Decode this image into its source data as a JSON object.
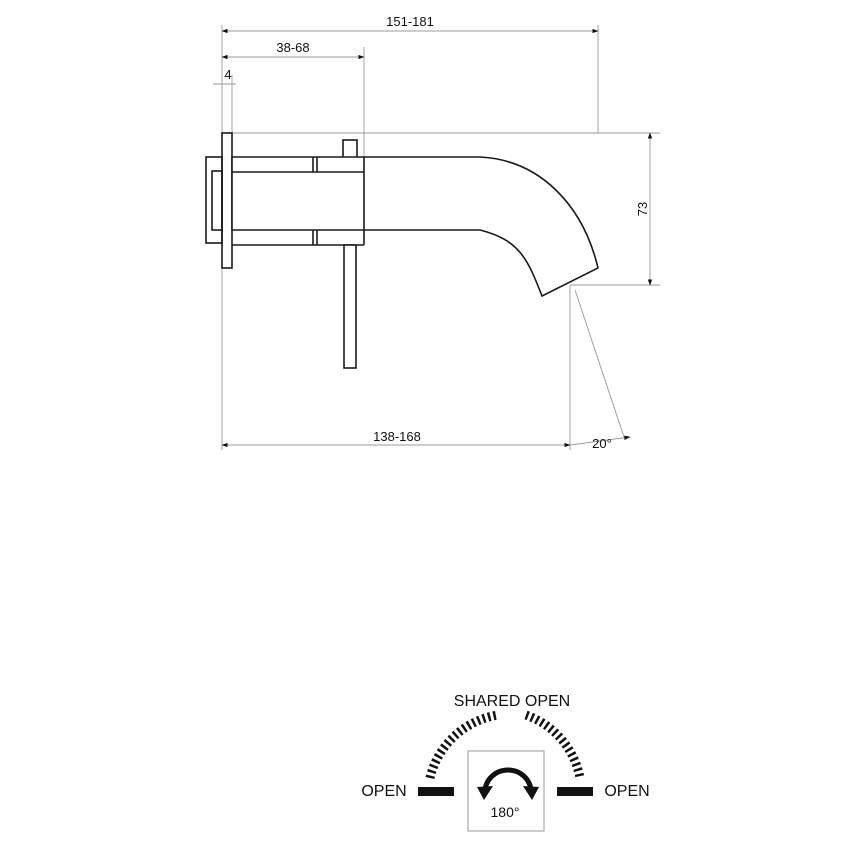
{
  "dimensions": {
    "overall_length": "151-181",
    "lever_offset": "38-68",
    "plate_thickness": "4",
    "height": "73",
    "wall_to_outlet": "138-168",
    "outlet_angle": "20°"
  },
  "rotation_diagram": {
    "top_label": "SHARED OPEN",
    "left_label": "OPEN",
    "right_label": "OPEN",
    "rotation": "180°"
  }
}
